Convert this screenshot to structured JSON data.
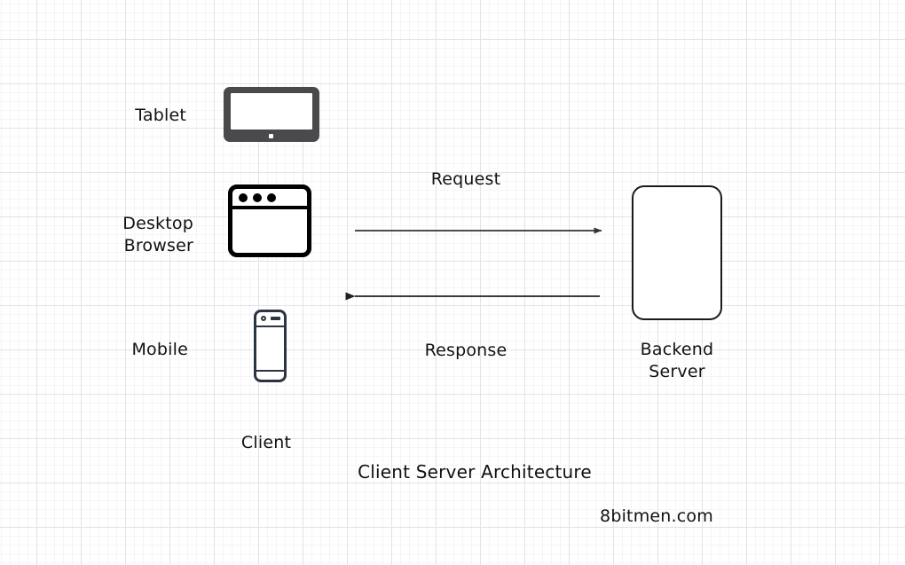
{
  "diagram": {
    "title": "Client Server Architecture",
    "watermark": "8bitmen.com",
    "client_group_label": "Client",
    "nodes": {
      "tablet": {
        "label": "Tablet",
        "icon": "tablet-icon"
      },
      "desktop": {
        "label_line1": "Desktop",
        "label_line2": "Browser",
        "icon": "browser-window-icon"
      },
      "mobile": {
        "label": "Mobile",
        "icon": "mobile-phone-icon"
      },
      "server": {
        "label_line1": "Backend",
        "label_line2": "Server",
        "icon": "server-box-icon"
      }
    },
    "edges": [
      {
        "name": "request",
        "label": "Request",
        "direction": "client-to-server"
      },
      {
        "name": "response",
        "label": "Response",
        "direction": "server-to-client"
      }
    ],
    "colors": {
      "background": "#ffffff",
      "grid_minor": "#f5f5f7",
      "grid_major": "#e3e3e8",
      "tablet_body": "#4a4a4d",
      "browser_stroke": "#000000",
      "mobile_stroke": "#2b3442",
      "server_stroke": "#1a1a1a",
      "arrow": "#333333",
      "text": "#111111"
    }
  }
}
